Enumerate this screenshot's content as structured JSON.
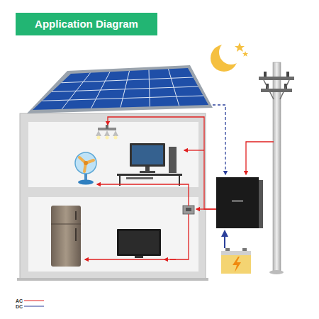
{
  "diagram": {
    "title": "Application Diagram",
    "legend": [
      {
        "text": "AC"
      },
      {
        "text": "DC"
      }
    ]
  }
}
